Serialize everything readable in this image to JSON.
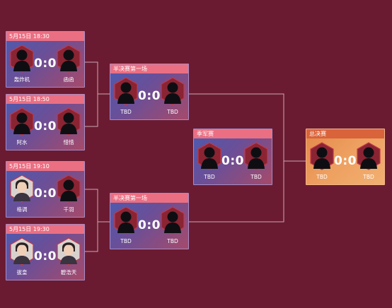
{
  "colors": {
    "background": "#6b1b31",
    "header": "#ea6f83",
    "final_header": "#d9633a",
    "line": "#c9a9b3"
  },
  "avatar_icons": [
    "silhouette-hexagon-icon",
    "player-portrait-icon"
  ],
  "matches": [
    {
      "id": "r1m1",
      "header": "5月15日 18:30",
      "score": "0:0",
      "left": {
        "name": "轰炸机",
        "avatar": "silhouette"
      },
      "right": {
        "name": "函函",
        "avatar": "silhouette"
      }
    },
    {
      "id": "r1m2",
      "header": "5月15日 18:50",
      "score": "0:0",
      "left": {
        "name": "阿水",
        "avatar": "silhouette"
      },
      "right": {
        "name": "惜惜",
        "avatar": "silhouette"
      }
    },
    {
      "id": "r1m3",
      "header": "5月15日 19:10",
      "score": "0:0",
      "left": {
        "name": "格调",
        "avatar": "portrait"
      },
      "right": {
        "name": "千羽",
        "avatar": "silhouette"
      }
    },
    {
      "id": "r1m4",
      "header": "5月15日 19:30",
      "score": "0:0",
      "left": {
        "name": "拔皇",
        "avatar": "portrait"
      },
      "right": {
        "name": "碧浩天",
        "avatar": "portrait"
      }
    },
    {
      "id": "semi1",
      "header": "半决赛第一场",
      "score": "0:0",
      "left": {
        "name": "TBD",
        "avatar": "silhouette"
      },
      "right": {
        "name": "TBD",
        "avatar": "silhouette"
      }
    },
    {
      "id": "semi2",
      "header": "半决赛第一场",
      "score": "0:0",
      "left": {
        "name": "TBD",
        "avatar": "silhouette"
      },
      "right": {
        "name": "TBD",
        "avatar": "silhouette"
      }
    },
    {
      "id": "third",
      "header": "季军赛",
      "score": "0:0",
      "left": {
        "name": "TBD",
        "avatar": "silhouette"
      },
      "right": {
        "name": "TBD",
        "avatar": "silhouette"
      }
    },
    {
      "id": "final",
      "header": "总决赛",
      "score": "0:0",
      "left": {
        "name": "TBD",
        "avatar": "silhouette"
      },
      "right": {
        "name": "TBD",
        "avatar": "silhouette"
      }
    }
  ]
}
